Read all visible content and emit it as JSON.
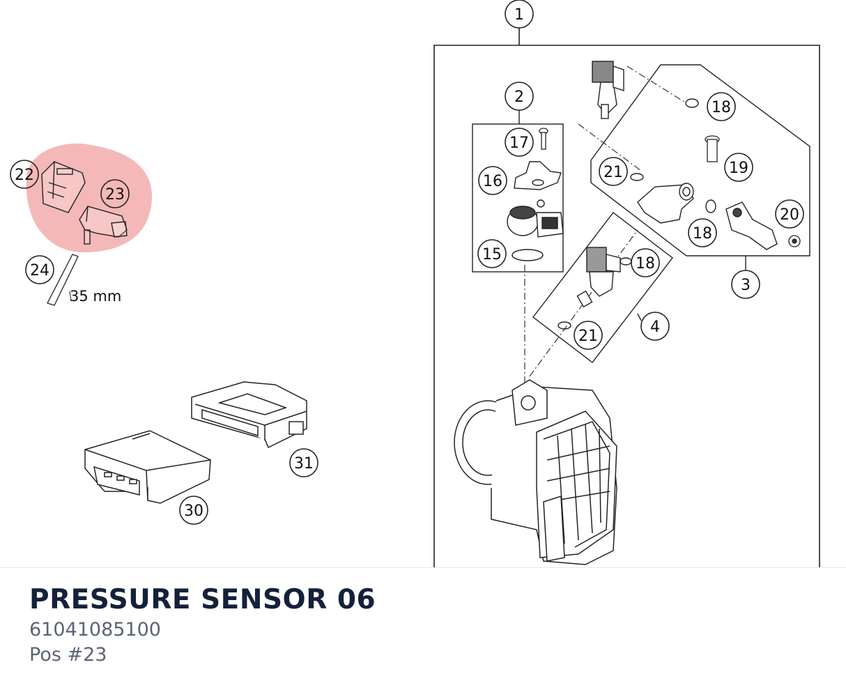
{
  "diagram": {
    "highlight_color": "#f2a0a0",
    "callouts": {
      "c1": "1",
      "c2": "2",
      "c3": "3",
      "c4": "4",
      "c15": "15",
      "c16": "16",
      "c17": "17",
      "c18a": "18",
      "c18b": "18",
      "c18c": "18",
      "c19": "19",
      "c20": "20",
      "c21a": "21",
      "c21b": "21",
      "c22": "22",
      "c23": "23",
      "c24": "24",
      "c30": "30",
      "c31": "31"
    },
    "dimension_label": "35 mm"
  },
  "part": {
    "title": "PRESSURE SENSOR 06",
    "number": "61041085100",
    "position": "Pos #23"
  }
}
